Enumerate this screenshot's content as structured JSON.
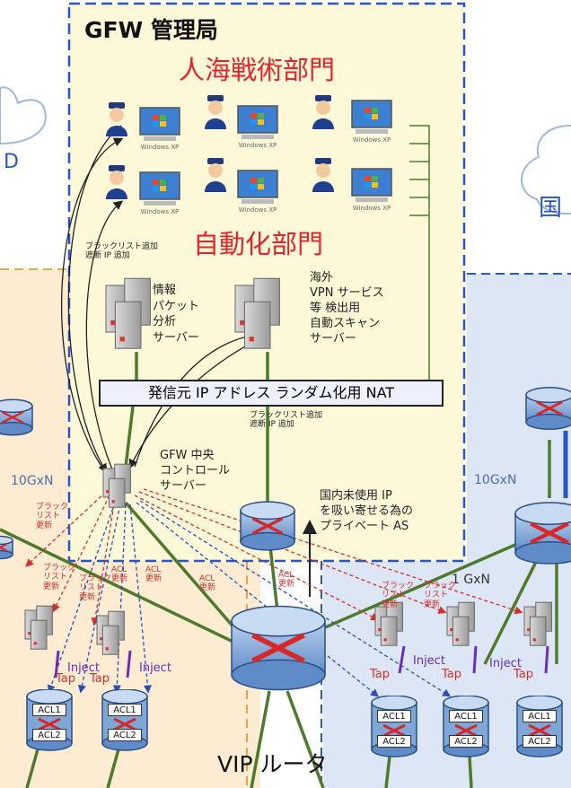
{
  "title": "GFW 管理局",
  "dept_human": "人海戦術部門",
  "dept_auto": "自動化部門",
  "os_label": "Windows XP",
  "blacklist_note_top": "ブラックリスト追加\n遮断 IP 追加",
  "blacklist_note_mid": "ブラックリスト追加\n遮断 IP 追加",
  "server_suspicious": "情報\nパケット\n分析\nサーバー",
  "server_vpn_scan": "海外\nVPN サービス\n等 検出用\n自動スキャン\nサーバー",
  "nat_label": "発信元 IP アドレス ランダム化用 NAT",
  "central_server": "GFW 中央\nコントロール\nサーバー",
  "private_as": "国内未使用 IP\nを吸い寄せる為の\nプライベート AS",
  "link_10g_left": "10GxN",
  "link_10g_right": "10GxN",
  "link_1g": "1 GxN",
  "vip_router": "VIP ルータ",
  "blacklist_update": "ブラック\nリスト\n更新",
  "acl_update": "ACL\n更新",
  "tap": "Tap",
  "inject": "Inject",
  "acl1": "ACL1",
  "acl2": "ACL2",
  "right_cloud_char": "国",
  "left_cloud_char": "D",
  "colors": {
    "admin_bg": "#fdf8d8",
    "left_region_bg": "#fdebd2",
    "right_region_bg": "#dde6f5",
    "dashed_blue": "#2a55c8",
    "dashed_orange": "#e8a24a",
    "link_green": "#4d7a2c",
    "router_fill": "#7ea7d8",
    "accent_red": "#e3242b"
  }
}
